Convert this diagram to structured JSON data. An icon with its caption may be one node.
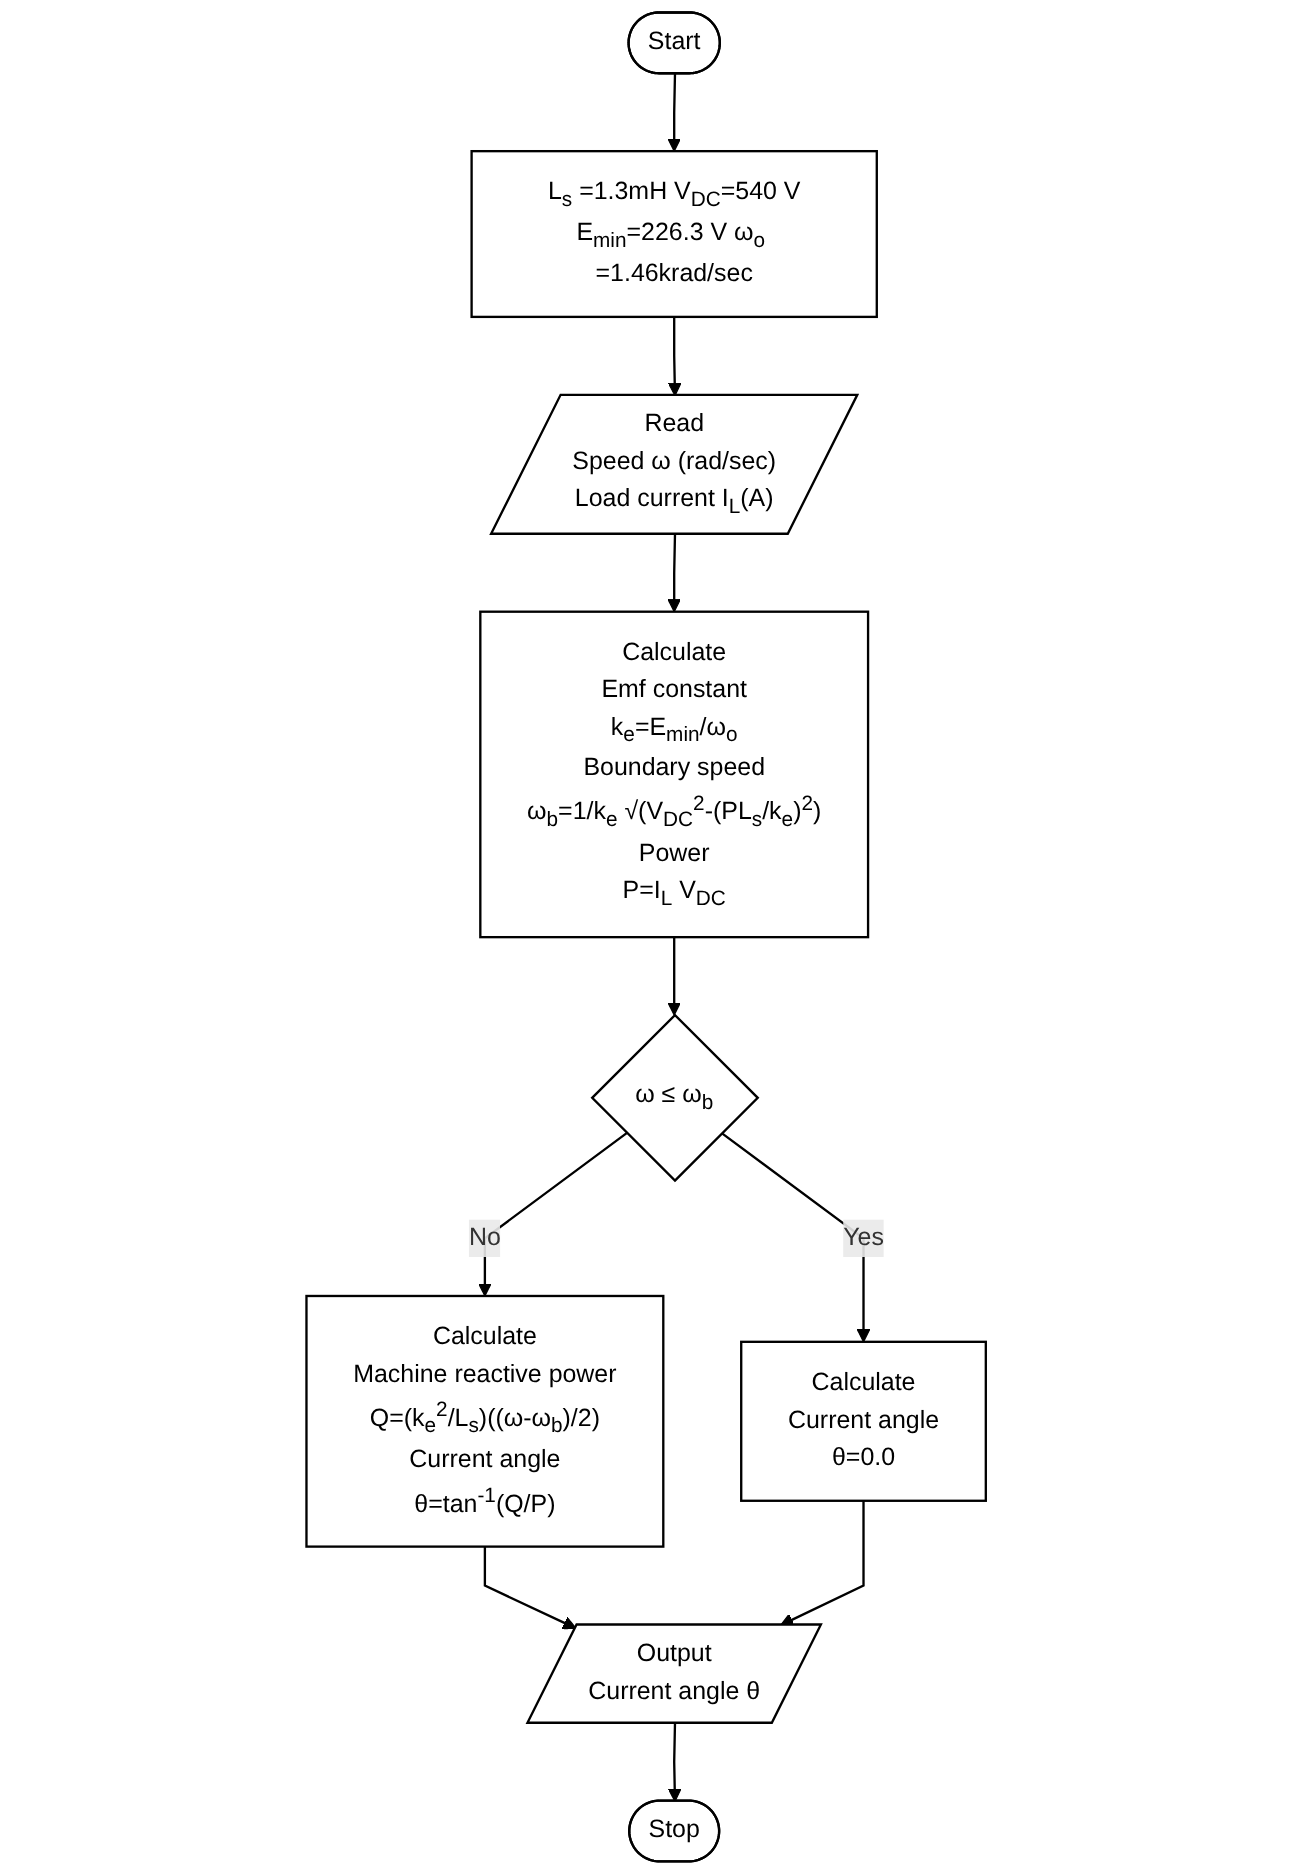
{
  "diagram": {
    "nodes": [
      {
        "text": [
          "Start"
        ]
      },
      {
        "text": [
          "L$_{s}$ =1.3mH V$_{DC}$=540 V",
          "E$_{min}$=226.3 V ω$_{o}$ =1.46krad/sec"
        ]
      },
      {
        "text": [
          "Read",
          "Speed ω (rad/sec)",
          "Load current I$_{L}$(A)"
        ]
      },
      {
        "text": [
          "Calculate",
          "Emf constant",
          "k$_{e}$=E$_{min}$/ω$_{o}$",
          "Boundary speed",
          "ω$_{b}$=1/k$_{e}$ √(V$_{DC}$$^{2}$-(PL$_{s}$/k$_{e}$)$^{2}$)",
          "Power",
          "P=I$_{L}$ V$_{DC}$"
        ]
      },
      {
        "text": [
          "ω ≤ ω$_{b}$"
        ]
      },
      {
        "text": [
          "Calculate",
          "Machine reactive power",
          "Q=(k$_{e}$$^{2}$/L$_{s}$)((ω-ω$_{b}$)/2)",
          "Current angle",
          "θ=tan$^{-1}$(Q/P)"
        ]
      },
      {
        "text": [
          "Calculate",
          "Current angle",
          "θ=0.0"
        ]
      },
      {
        "text": [
          "Output",
          "Current angle θ"
        ]
      },
      {
        "text": [
          "Stop"
        ]
      }
    ],
    "edges": [
      {
        "from": 0,
        "to": 1,
        "arrow": "to"
      },
      {
        "from": 1,
        "to": 2,
        "arrow": "to"
      },
      {
        "from": 2,
        "to": 3,
        "arrow": "to"
      },
      {
        "from": 3,
        "to": 4,
        "arrow": "to"
      },
      {
        "from": 4,
        "to": 5,
        "label": "No",
        "arrow": "to"
      },
      {
        "from": 4,
        "to": 6,
        "label": "Yes",
        "arrow": "to"
      },
      {
        "from": 5,
        "to": 7,
        "arrow": "to"
      },
      {
        "from": 6,
        "to": 7,
        "arrow": "to"
      },
      {
        "from": 7,
        "to": 8,
        "arrow": "to"
      }
    ]
  }
}
